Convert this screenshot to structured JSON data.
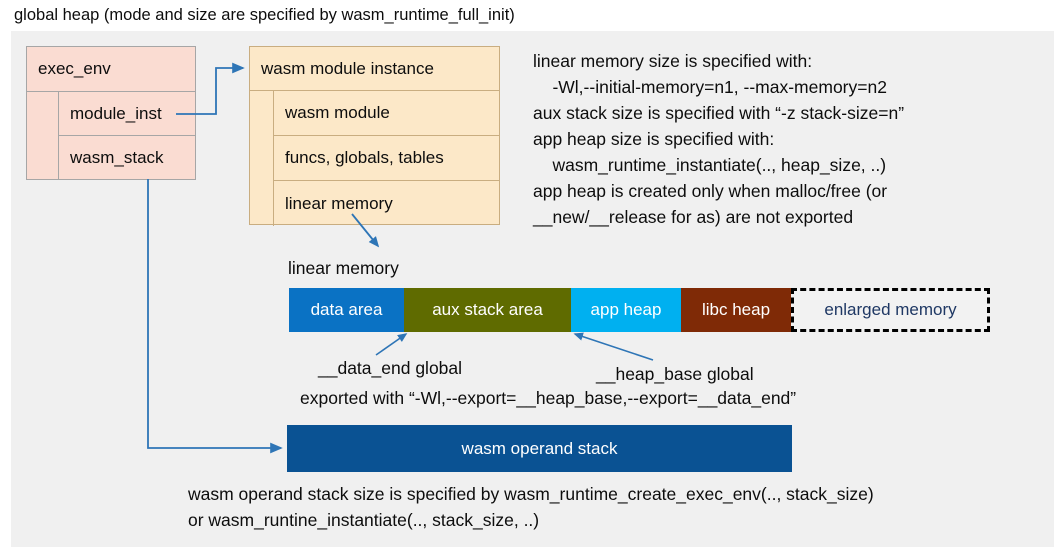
{
  "title": "global heap (mode and size are specified by wasm_runtime_full_init)",
  "colors": {
    "panel_bg": "#f0f0f0",
    "exec_env_fill": "#fadcd2",
    "module_inst_fill": "#fce8c8",
    "data_area": "#0a72c4",
    "aux_stack_area": "#5f6b00",
    "app_heap": "#00b0f0",
    "libc_heap": "#7f2a06",
    "enlarged_memory_border": "#000000",
    "enlarged_memory_text": "#1f3864",
    "operand_stack": "#0a5293",
    "connector": "#2e75b6"
  },
  "exec_env": {
    "header": "exec_env",
    "fields": [
      {
        "label": "module_inst"
      },
      {
        "label": "wasm_stack"
      }
    ]
  },
  "module_instance": {
    "header": "wasm module instance",
    "fields": [
      {
        "label": "wasm module"
      },
      {
        "label": "funcs, globals, tables"
      },
      {
        "label": "linear memory"
      }
    ]
  },
  "notes": {
    "text": "linear memory size is specified with:\n    -Wl,--initial-memory=n1, --max-memory=n2\naux stack size is specified with “-z stack-size=n”\napp heap size is specified with:\n    wasm_runtime_instantiate(.., heap_size, ..)\napp heap is created only when malloc/free (or\n__new/__release for as) are not exported"
  },
  "linear_memory": {
    "label": "linear memory",
    "segments": [
      {
        "name": "data area",
        "color": "#0a72c4",
        "width": 115,
        "dashed": false
      },
      {
        "name": "aux stack area",
        "color": "#5f6b00",
        "width": 167,
        "dashed": false
      },
      {
        "name": "app heap",
        "color": "#00b0f0",
        "width": 110,
        "dashed": false
      },
      {
        "name": "libc heap",
        "color": "#7f2a06",
        "width": 110,
        "dashed": false
      },
      {
        "name": "enlarged memory",
        "color": "#f2f2f2",
        "width": 199,
        "dashed": true
      }
    ],
    "annotations": {
      "data_end": "__data_end global",
      "heap_base": "__heap_base global",
      "exported": "exported with “-Wl,--export=__heap_base,--export=__data_end”"
    }
  },
  "operand_stack": {
    "label": "wasm operand stack",
    "note": "wasm operand stack size is specified by wasm_runtime_create_exec_env(.., stack_size)\nor wasm_runtine_instantiate(.., stack_size, ..)"
  }
}
